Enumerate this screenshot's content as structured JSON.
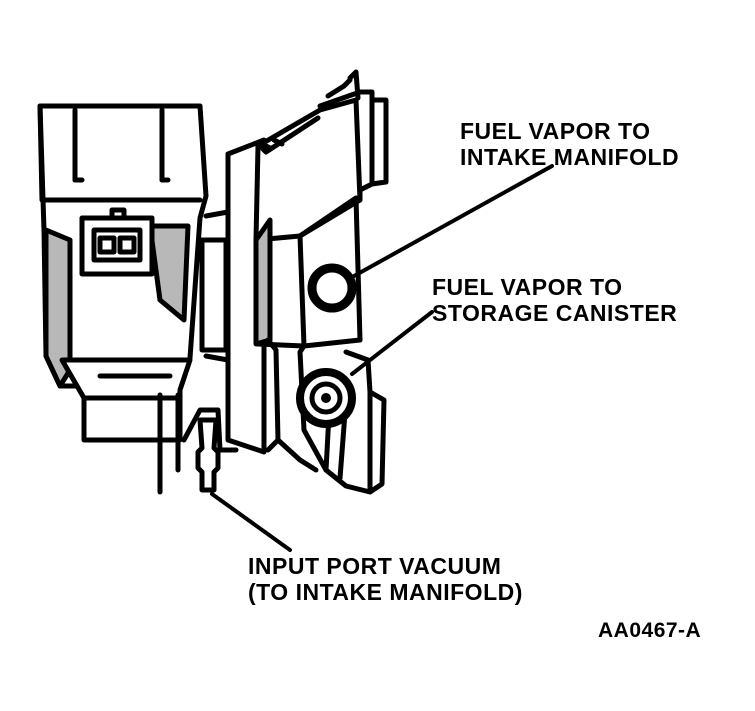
{
  "labels": {
    "intake_manifold": {
      "line1": "FUEL VAPOR TO",
      "line2": "INTAKE MANIFOLD"
    },
    "storage_canister": {
      "line1": "FUEL VAPOR TO",
      "line2": "STORAGE CANISTER"
    },
    "input_port": {
      "line1": "INPUT PORT VACUUM",
      "line2": "(TO INTAKE MANIFOLD)"
    },
    "figure_code": "AA0467-A"
  },
  "colors": {
    "ink": "#000000",
    "paper": "#ffffff",
    "shade": "#b8b8b8"
  }
}
